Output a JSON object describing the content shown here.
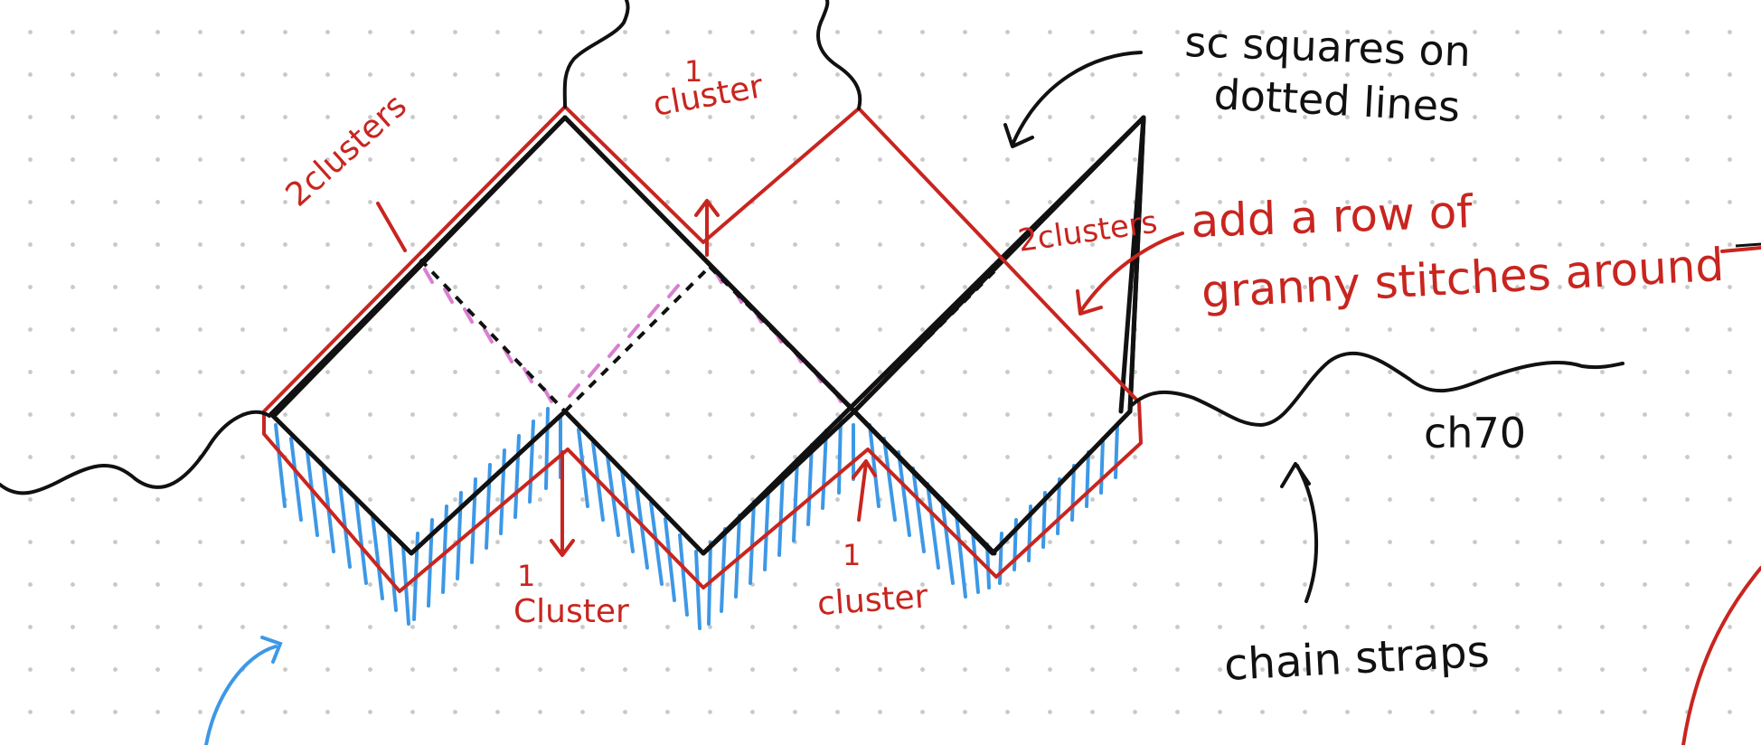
{
  "colors": {
    "background": "#ffffff",
    "dot_grid": "#c9c9c9",
    "outline_black": "#111111",
    "granny_red": "#c8251f",
    "fringe_blue": "#3d98e6",
    "seam_pink": "#d97fd1"
  },
  "labels": {
    "sc_line1": "sc  squares on",
    "sc_line2": "dotted lines",
    "granny_line1": "add a row of",
    "granny_line2": "granny stitches around",
    "ch70": "ch70",
    "chain_straps": "chain straps",
    "two_clusters_left": "2clusters",
    "two_clusters_right": "2clusters",
    "cluster_top_num": "1",
    "cluster_top_word": "cluster",
    "cluster_bottom_left_num": "1",
    "cluster_bottom_left_word": "Cluster",
    "cluster_bottom_right_num": "1",
    "cluster_bottom_right_word": "cluster"
  }
}
